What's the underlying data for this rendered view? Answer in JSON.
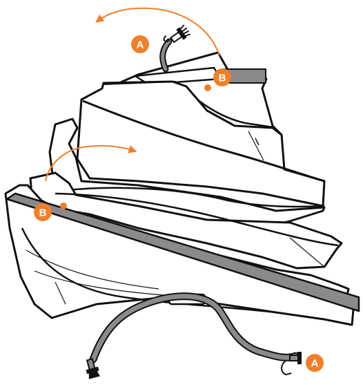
{
  "diagram": {
    "callouts": [
      {
        "id": "A",
        "label": "A"
      },
      {
        "id": "B",
        "label": "B"
      }
    ],
    "colors": {
      "accent": "#f07f2a",
      "outline": "#111111",
      "strap": "#8a8a8a",
      "background": "#ffffff"
    },
    "icons": {
      "rotate_arrow_top": "curved-arrow-left",
      "rotate_arrow_mid": "curved-arrow-right",
      "buckle_top": "strap-buckle-icon",
      "buckle_bottom": "strap-buckle-icon"
    }
  }
}
